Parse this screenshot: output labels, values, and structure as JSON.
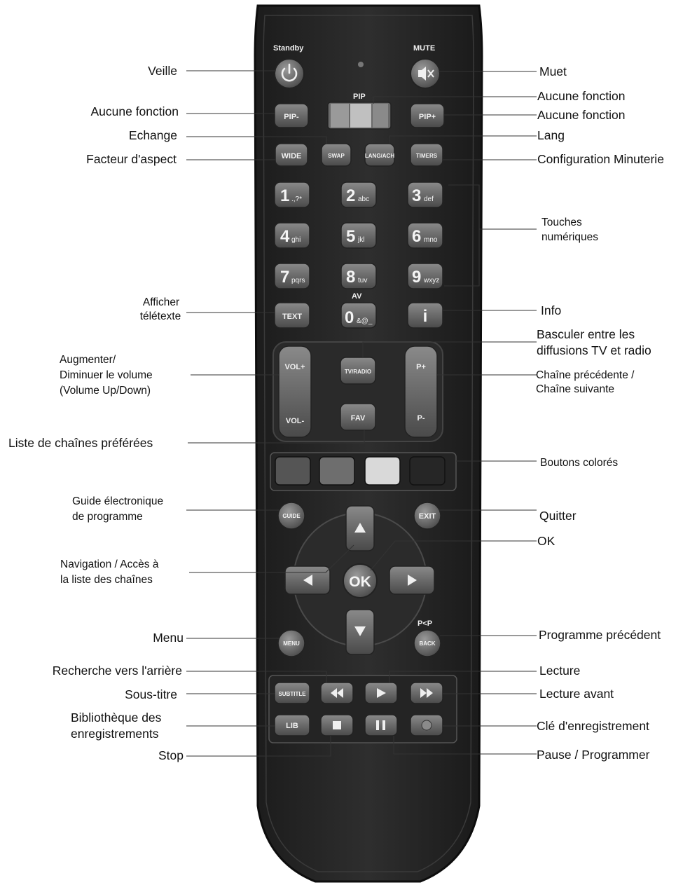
{
  "remote": {
    "standby_caption": "Standby",
    "mute_caption": "MUTE",
    "pip_caption": "PIP",
    "av_caption": "AV",
    "pcp_caption": "P<P",
    "buttons": {
      "pip_minus": "PIP-",
      "pip_plus": "PIP+",
      "wide": "WIDE",
      "swap": "SWAP",
      "lang": "LANG/ACH",
      "timers": "TIMERS",
      "text": "TEXT",
      "info": "i",
      "tvradio": "TV/RADIO",
      "fav": "FAV",
      "vol_up": "VOL+",
      "vol_down": "VOL-",
      "p_up": "P+",
      "p_down": "P-",
      "guide": "GUIDE",
      "exit": "EXIT",
      "ok": "OK",
      "menu": "MENU",
      "back": "BACK",
      "subtitle": "SUBTITLE",
      "lib": "LIB"
    },
    "numbers": [
      {
        "digit": "1",
        "letters": ".,?*"
      },
      {
        "digit": "2",
        "letters": "abc"
      },
      {
        "digit": "3",
        "letters": "def"
      },
      {
        "digit": "4",
        "letters": "ghi"
      },
      {
        "digit": "5",
        "letters": "jkl"
      },
      {
        "digit": "6",
        "letters": "mno"
      },
      {
        "digit": "7",
        "letters": "pqrs"
      },
      {
        "digit": "8",
        "letters": "tuv"
      },
      {
        "digit": "9",
        "letters": "wxyz"
      },
      {
        "digit": "0",
        "letters": "&@_"
      }
    ],
    "color_buttons": [
      "#555555",
      "#6e6e6e",
      "#d9d9d9",
      "#262626"
    ]
  },
  "labels": {
    "veille": "Veille",
    "muet": "Muet",
    "aucune_pip": "Aucune fonction",
    "aucune_pip_minus": "Aucune fonction",
    "aucune_pip_plus": "Aucune fonction",
    "echange": "Echange",
    "lang": "Lang",
    "facteur": "Facteur d'aspect",
    "minuterie": "Configuration Minuterie",
    "touches_1": "Touches",
    "touches_2": "numériques",
    "teletexte_1": "Afficher",
    "teletexte_2": "télétexte",
    "info": "Info",
    "basculer_1": "Basculer entre les",
    "basculer_2": "diffusions TV et radio",
    "volume_1": "Augmenter/",
    "volume_2": "Diminuer le volume",
    "volume_3": "(Volume Up/Down)",
    "chaine_1": "Chaîne précédente /",
    "chaine_2": "Chaîne suivante",
    "favoris": "Liste de chaînes préférées",
    "colores": "Boutons colorés",
    "guide_1": "Guide électronique",
    "guide_2": "de programme",
    "quitter": "Quitter",
    "ok": "OK",
    "navigation_1": "Navigation / Accès à",
    "navigation_2": "la liste des chaînes",
    "menu": "Menu",
    "precedent": "Programme précédent",
    "recherche": "Recherche vers l'arrière",
    "lecture": "Lecture",
    "soustitre": "Sous-titre",
    "lecture_avant": "Lecture avant",
    "biblio_1": "Bibliothèque des",
    "biblio_2": "enregistrements",
    "enregistrement": "Clé d'enregistrement",
    "stop": "Stop",
    "pause": "Pause / Programmer"
  }
}
